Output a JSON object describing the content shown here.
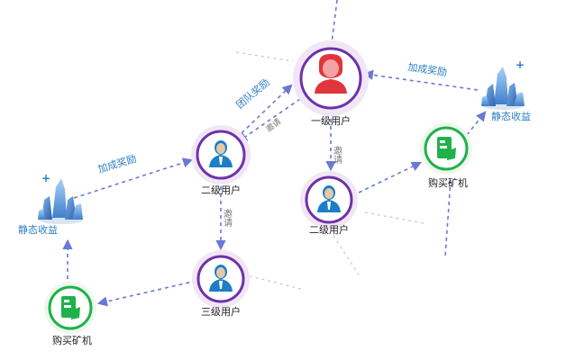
{
  "nodes": {
    "level1": {
      "label": "一级用户"
    },
    "level2_left": {
      "label": "二级用户"
    },
    "level2_right": {
      "label": "二级用户"
    },
    "level3": {
      "label": "三级用户"
    },
    "buy_miner_right": {
      "label": "购买矿机"
    },
    "buy_miner_left": {
      "label": "购买矿机"
    },
    "static_income_right": {
      "label": "静态收益"
    },
    "static_income_left": {
      "label": "静态收益"
    }
  },
  "edges": {
    "team_reward": "团队奖励",
    "invite_diag": "邀请",
    "invite_mid": "邀请",
    "invite_left": "邀请",
    "bonus_left": "加成奖励",
    "bonus_right": "加成奖励"
  },
  "colors": {
    "ring_purple": "#6d33a6",
    "halo": "#f1e6f6",
    "user_red": "#e0353c",
    "user_blue": "#1b7ec6",
    "miner_green": "#1fb24a",
    "arrow": "#6a78d6",
    "faint": "#c2c8d8",
    "label_blue": "#2c7fc4",
    "label_gray": "#777777",
    "label_dark": "#222222"
  },
  "icons": {
    "user": "user-avatar-icon",
    "miner": "mining-machine-icon",
    "crystal": "crystal-icon"
  }
}
